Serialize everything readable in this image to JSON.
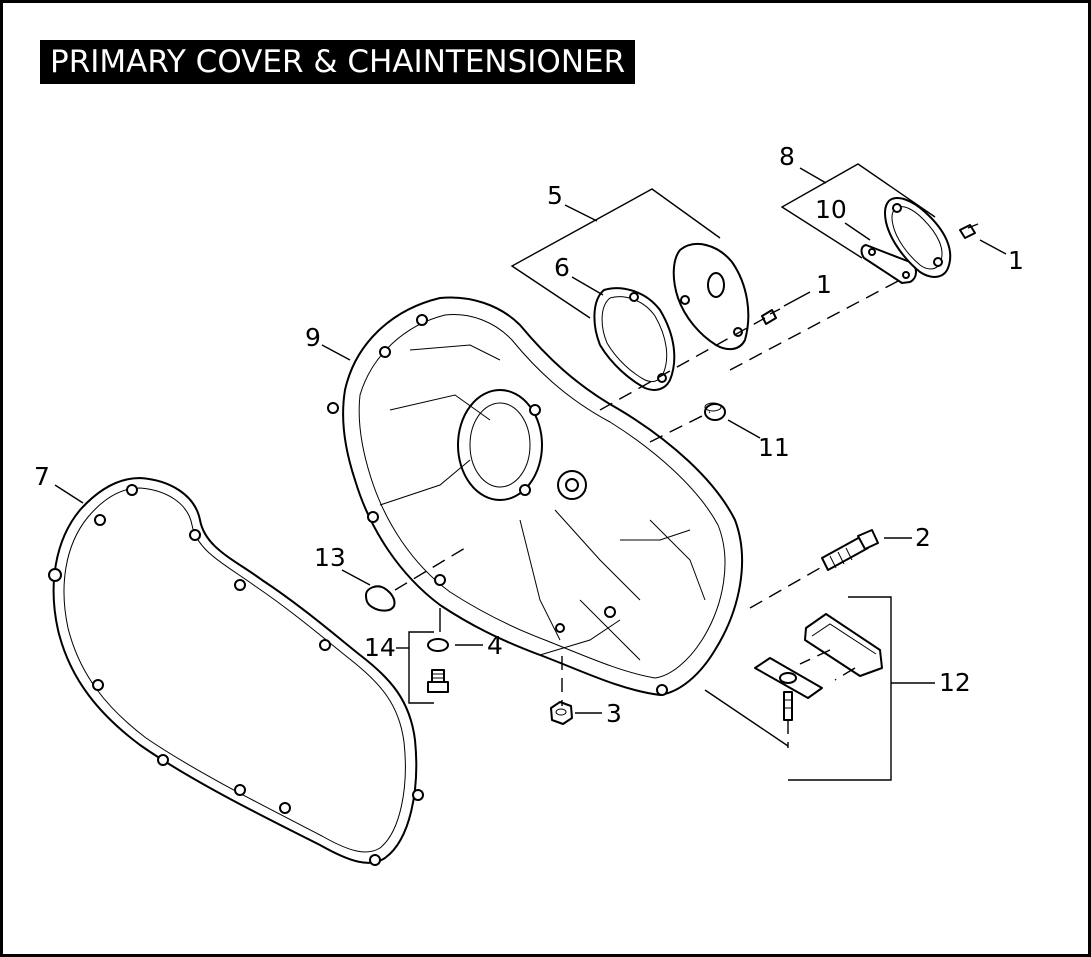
{
  "title": "PRIMARY COVER & CHAINTENSIONER",
  "callouts": {
    "c1a": "1",
    "c1b": "1",
    "c2": "2",
    "c3": "3",
    "c4": "4",
    "c5": "5",
    "c6": "6",
    "c7": "7",
    "c8": "8",
    "c9": "9",
    "c10": "10",
    "c11": "11",
    "c12": "12",
    "c13": "13",
    "c14": "14"
  }
}
